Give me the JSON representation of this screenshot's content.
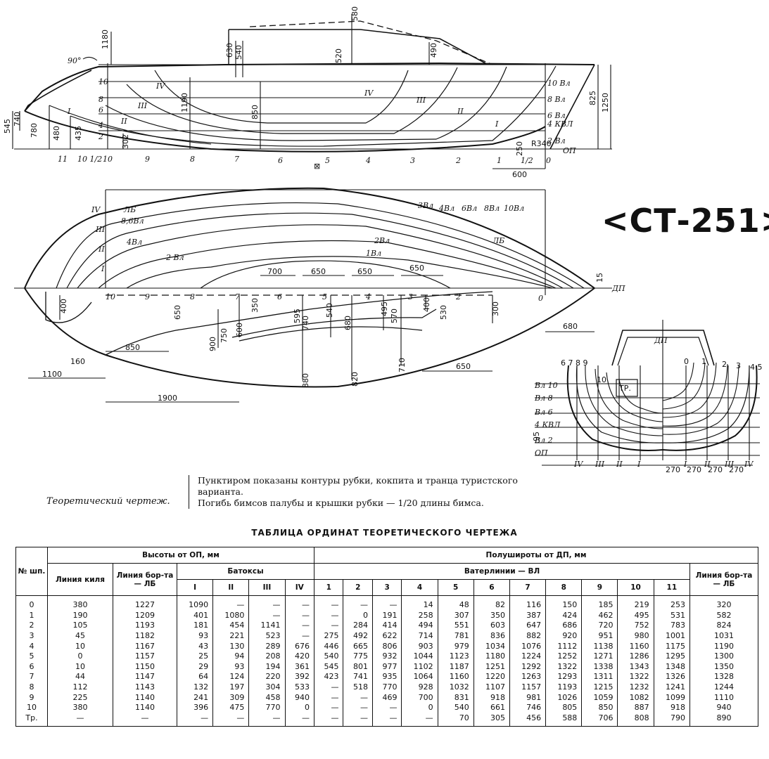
{
  "title": "<СТ-251>",
  "caption": "Теоретический чертеж.",
  "notes": [
    "Пунктиром показаны контуры рубки, кокпита и транца туристского варианта.",
    "Погибь бимсов палубы и крышки рубки — 1/20 длины бимса."
  ],
  "profile_labels": {
    "frames": [
      "11",
      "10 1/2",
      "10",
      "9",
      "8",
      "7",
      "6",
      "5",
      "4",
      "3",
      "2",
      "1",
      "1/2",
      "0"
    ],
    "midship": "⊠",
    "buttocks": [
      "IV",
      "III",
      "II",
      "I",
      "IV",
      "III",
      "II",
      "I"
    ],
    "waterlines_right": [
      "10 Вл",
      "8 Вл",
      "6 Вл",
      "4 КВЛ",
      "2 Вл",
      "ОП"
    ],
    "waterlines_left": [
      "10",
      "8",
      "6",
      "4",
      "2"
    ],
    "dimensions": [
      "1180",
      "630",
      "540",
      "580",
      "520",
      "490",
      "1190",
      "850",
      "825",
      "1250",
      "545",
      "480",
      "435",
      "302",
      "250",
      "R340",
      "600",
      "740",
      "780"
    ],
    "angle": "90°"
  },
  "plan_labels": {
    "buttocks": [
      "IV",
      "III",
      "II",
      "I"
    ],
    "waterlines": [
      "ЛБ",
      "8,6Вл",
      "4Вл",
      "2 Вл",
      "3Вл",
      "4Вл",
      "6Вл",
      "8Вл",
      "10Вл",
      "2Вл",
      "1Вл",
      "ЛБ"
    ],
    "frames": [
      "10",
      "9",
      "8",
      "7",
      "6",
      "5",
      "4",
      "3",
      "2",
      "0"
    ],
    "centerline": "ДП",
    "dimensions": [
      "700",
      "650",
      "650",
      "650",
      "15",
      "400",
      "650",
      "350",
      "595",
      "740",
      "540",
      "680",
      "495",
      "570",
      "400",
      "530",
      "300",
      "680",
      "900",
      "750",
      "600",
      "850",
      "160",
      "1100",
      "1900",
      "880",
      "820",
      "710",
      "650"
    ]
  },
  "body_labels": {
    "centerline": "ДП",
    "frames_top": [
      "6 7 8 9",
      "0",
      "1",
      "2",
      "3",
      "4 5"
    ],
    "waterlines": [
      "Вл 10",
      "Вл 8",
      "Вл 6",
      "4 КВЛ",
      "Вл 2",
      "ОП"
    ],
    "buttocks": [
      "IV",
      "III",
      "II",
      "I",
      "I",
      "II",
      "III",
      "IV"
    ],
    "spacing": [
      "270",
      "270",
      "270",
      "270"
    ],
    "marks": [
      "10",
      "ТР.",
      "95"
    ]
  },
  "table": {
    "title": "ТАБЛИЦА ОРДИНАТ ТЕОРЕТИЧЕСКОГО ЧЕРТЕЖА",
    "headers": {
      "no": "№ шп.",
      "heights": "Высоты от ОП, мм",
      "half_breadths": "Полушироты от ДП, мм",
      "keel": "Линия киля",
      "sheer_h": "Линия бор-та — ЛБ",
      "buttocks": "Батоксы",
      "waterlines": "Ватерлинии — ВЛ",
      "sheer_b": "Линия бор-та — ЛБ",
      "buttock_nums": [
        "I",
        "II",
        "III",
        "IV"
      ],
      "wl_nums": [
        "1",
        "2",
        "3",
        "4",
        "5",
        "6",
        "7",
        "8",
        "9",
        "10",
        "11"
      ]
    },
    "rows": [
      [
        "0",
        "380",
        "1227",
        "1090",
        "—",
        "—",
        "—",
        "—",
        "—",
        "—",
        "14",
        "48",
        "82",
        "116",
        "150",
        "185",
        "219",
        "253",
        "320"
      ],
      [
        "1",
        "190",
        "1209",
        "401",
        "1080",
        "—",
        "—",
        "—",
        "0",
        "191",
        "258",
        "307",
        "350",
        "387",
        "424",
        "462",
        "495",
        "531",
        "582"
      ],
      [
        "2",
        "105",
        "1193",
        "181",
        "454",
        "1141",
        "—",
        "—",
        "284",
        "414",
        "494",
        "551",
        "603",
        "647",
        "686",
        "720",
        "752",
        "783",
        "824"
      ],
      [
        "3",
        "45",
        "1182",
        "93",
        "221",
        "523",
        "—",
        "275",
        "492",
        "622",
        "714",
        "781",
        "836",
        "882",
        "920",
        "951",
        "980",
        "1001",
        "1031"
      ],
      [
        "4",
        "10",
        "1167",
        "43",
        "130",
        "289",
        "676",
        "446",
        "665",
        "806",
        "903",
        "979",
        "1034",
        "1076",
        "1112",
        "1138",
        "1160",
        "1175",
        "1190"
      ],
      [
        "5",
        "0",
        "1157",
        "25",
        "94",
        "208",
        "420",
        "540",
        "775",
        "932",
        "1044",
        "1123",
        "1180",
        "1224",
        "1252",
        "1271",
        "1286",
        "1295",
        "1300"
      ],
      [
        "6",
        "10",
        "1150",
        "29",
        "93",
        "194",
        "361",
        "545",
        "801",
        "977",
        "1102",
        "1187",
        "1251",
        "1292",
        "1322",
        "1338",
        "1343",
        "1348",
        "1350"
      ],
      [
        "7",
        "44",
        "1147",
        "64",
        "124",
        "220",
        "392",
        "423",
        "741",
        "935",
        "1064",
        "1160",
        "1220",
        "1263",
        "1293",
        "1311",
        "1322",
        "1326",
        "1328"
      ],
      [
        "8",
        "112",
        "1143",
        "132",
        "197",
        "304",
        "533",
        "—",
        "518",
        "770",
        "928",
        "1032",
        "1107",
        "1157",
        "1193",
        "1215",
        "1232",
        "1241",
        "1244"
      ],
      [
        "9",
        "225",
        "1140",
        "241",
        "309",
        "458",
        "940",
        "—",
        "—",
        "469",
        "700",
        "831",
        "918",
        "981",
        "1026",
        "1059",
        "1082",
        "1099",
        "1110"
      ],
      [
        "10",
        "380",
        "1140",
        "396",
        "475",
        "770",
        "0",
        "—",
        "—",
        "—",
        "0",
        "540",
        "661",
        "746",
        "805",
        "850",
        "887",
        "918",
        "940"
      ],
      [
        "Тр.",
        "—",
        "—",
        "—",
        "—",
        "—",
        "—",
        "—",
        "—",
        "—",
        "—",
        "70",
        "305",
        "456",
        "588",
        "706",
        "808",
        "790",
        "890"
      ]
    ]
  }
}
